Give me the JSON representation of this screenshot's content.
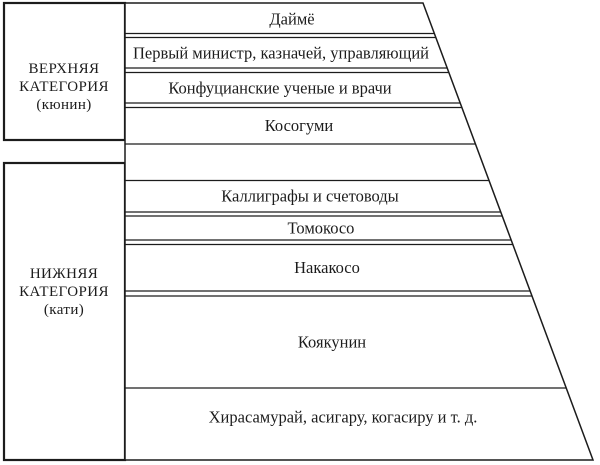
{
  "figure": {
    "background_color": "#ffffff",
    "line_color": "#1c1c1c",
    "text_color": "#1c1c1c"
  },
  "categories": {
    "upper": {
      "lines": [
        "ВЕРХНЯЯ",
        "КАТЕГОРИЯ",
        "(кюнин)"
      ]
    },
    "lower": {
      "lines": [
        "НИЖНЯЯ",
        "КАТЕГОРИЯ",
        "(кати)"
      ]
    }
  },
  "pyramid": {
    "bands": [
      {
        "label": "Даймё"
      },
      {
        "label": "Первый министр, казначей, управляющий"
      },
      {
        "label": "Конфуцианские ученые и врачи"
      },
      {
        "label": "Косогуми"
      },
      {
        "label": "Каллиграфы и счетоводы"
      },
      {
        "label": "Томокосо"
      },
      {
        "label": "Накакосо"
      },
      {
        "label": "Коякунин"
      },
      {
        "label": "Хирасамурай, асигару, когасиру и т. д."
      }
    ]
  }
}
